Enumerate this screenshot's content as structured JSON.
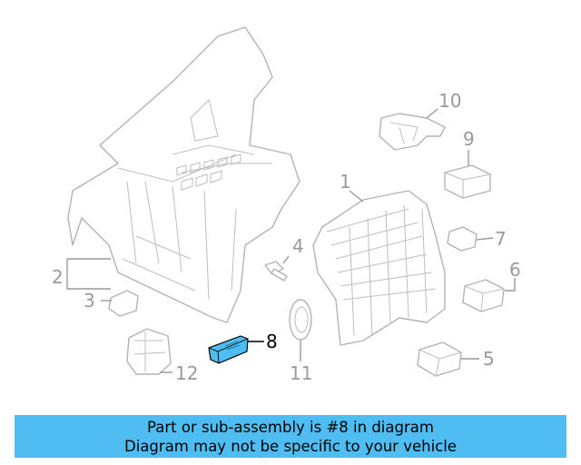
{
  "callouts": {
    "c1": "1",
    "c2": "2",
    "c3": "3",
    "c4": "4",
    "c5": "5",
    "c6": "6",
    "c7": "7",
    "c8": "8",
    "c9": "9",
    "c10": "10",
    "c11": "11",
    "c12": "12"
  },
  "highlight_color": "#4fbdf2",
  "banner": {
    "line1": "Part or sub-assembly is #8 in diagram",
    "line2": "Diagram may not be specific to your vehicle",
    "background": "#4fbdf2"
  }
}
